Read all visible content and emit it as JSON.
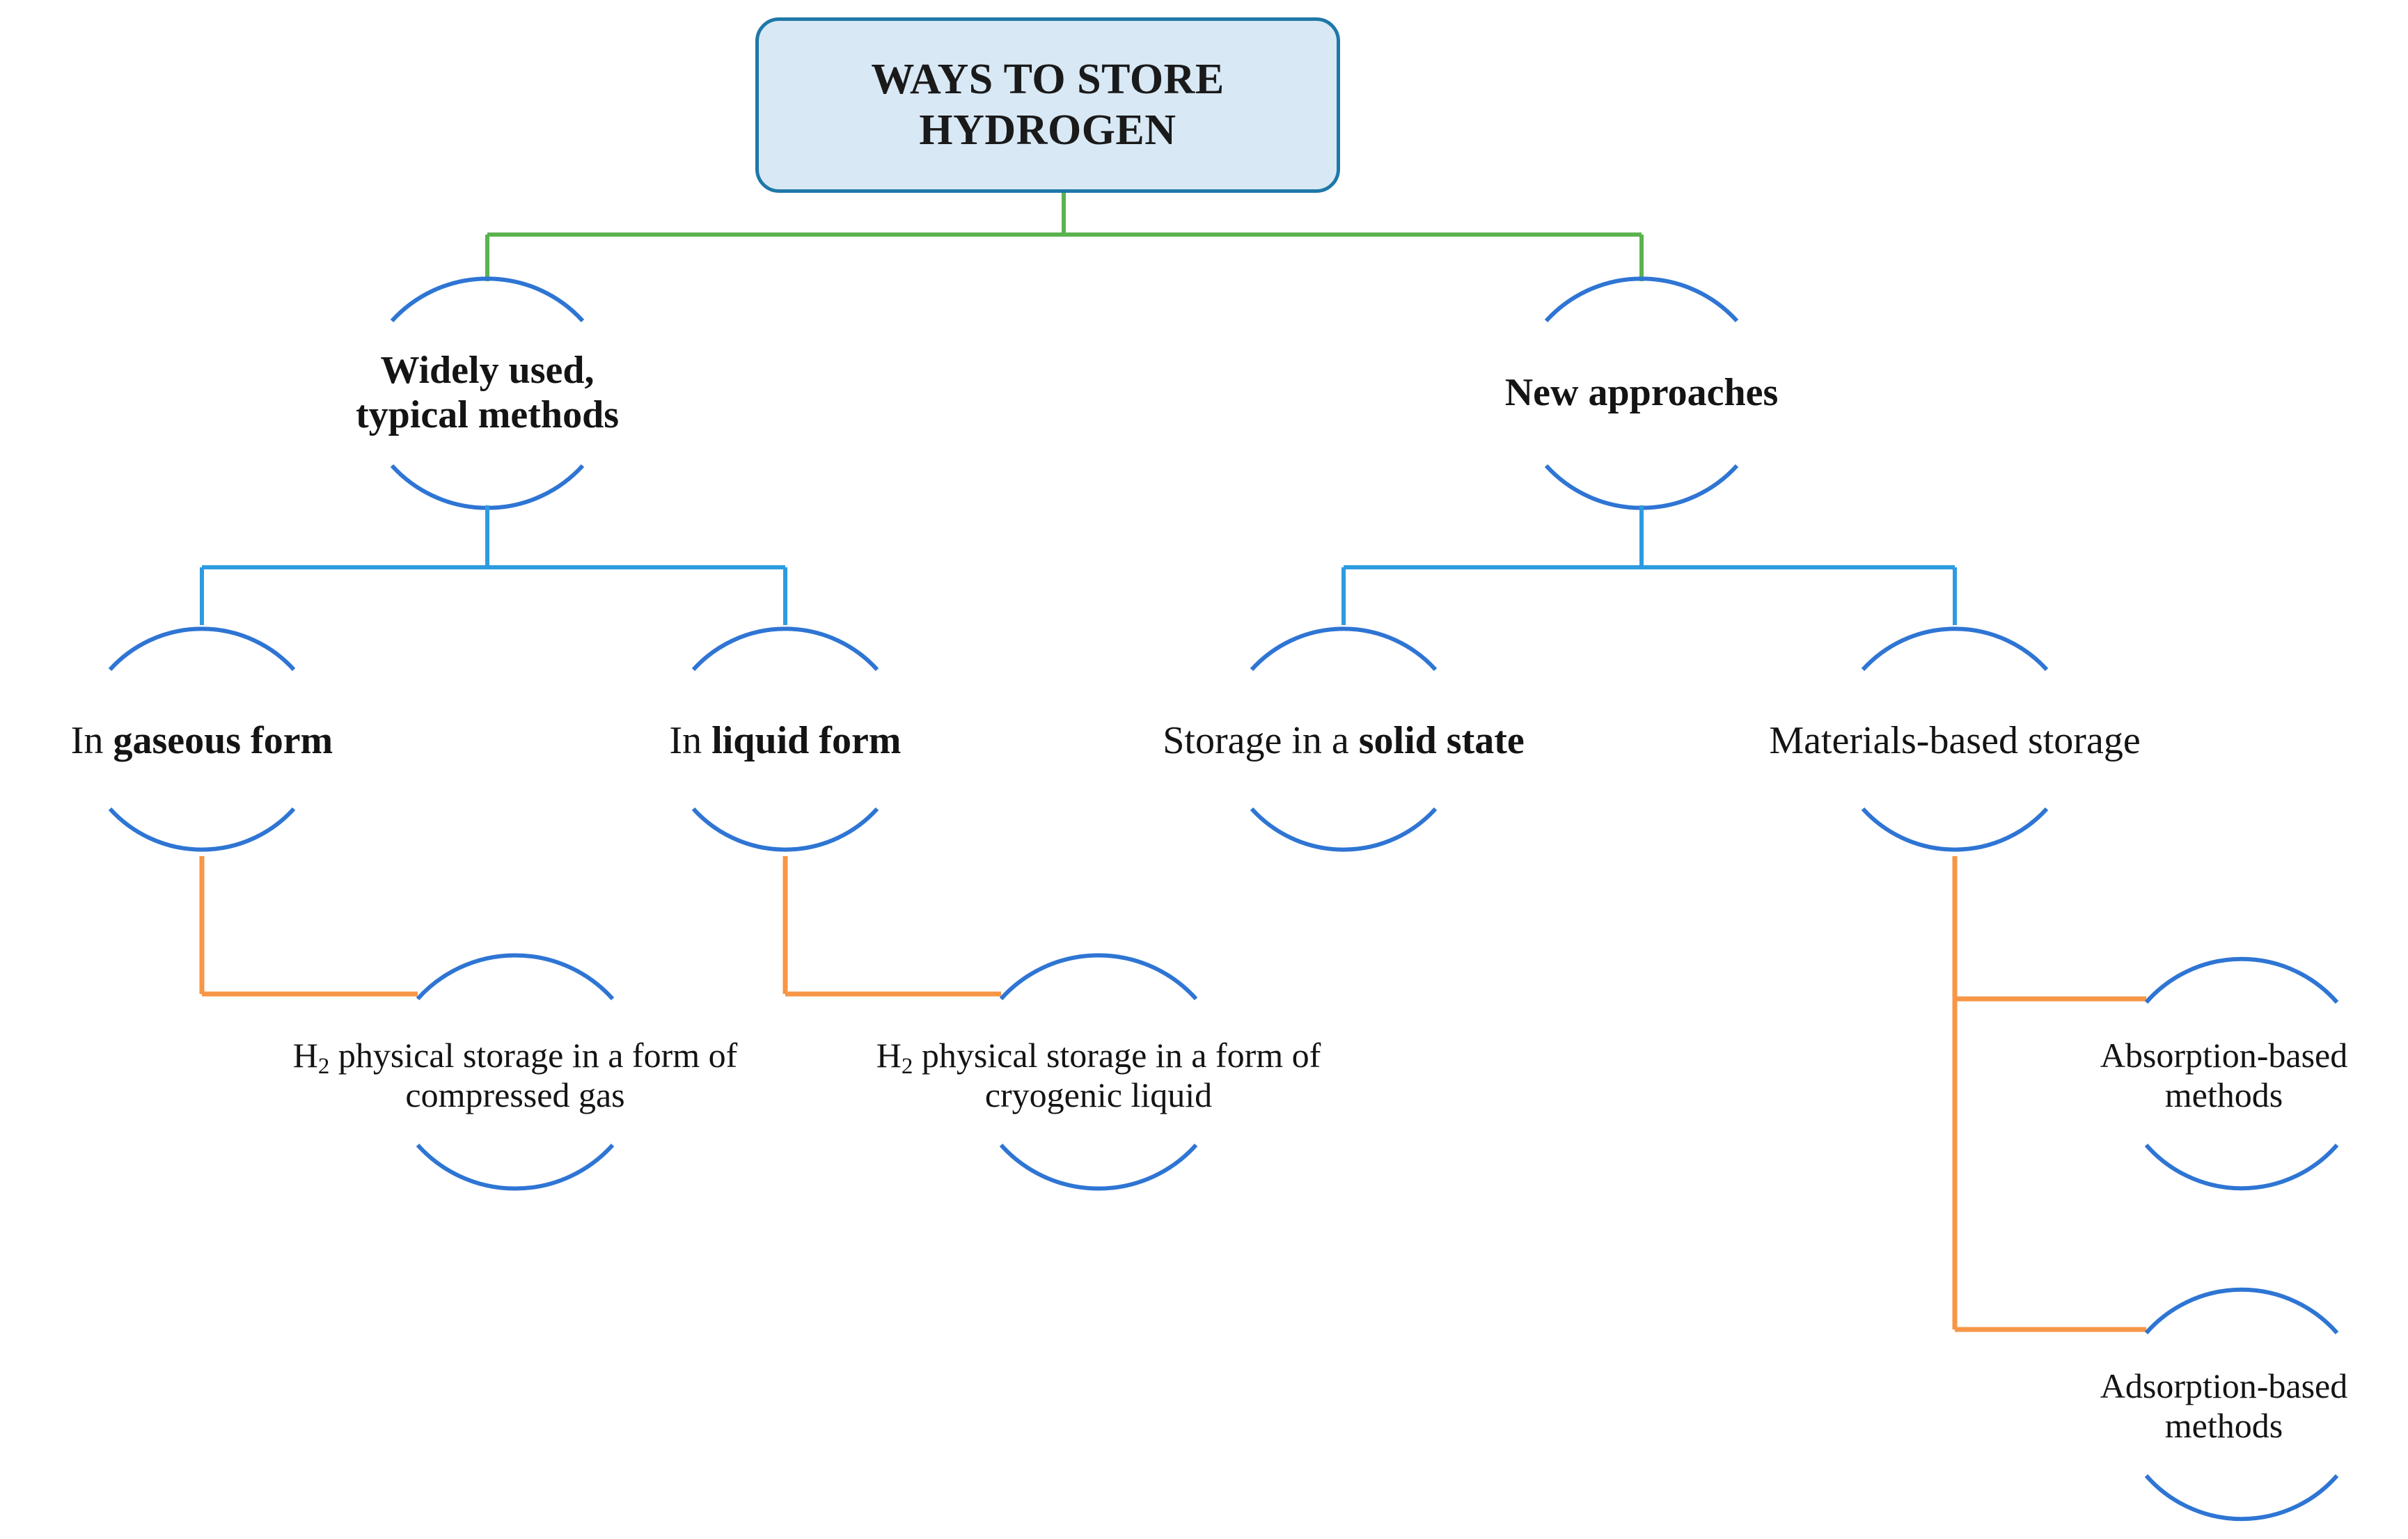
{
  "diagram": {
    "title": "WAYS TO STORE HYDROGEN",
    "root": {
      "label_line1": "WAYS TO STORE",
      "label_line2": "HYDROGEN"
    },
    "colors": {
      "root_fill": "#d8e8f5",
      "root_border": "#1f78a8",
      "node_arc": "#2e75d4",
      "connector_level1": "#5ab34e",
      "connector_level2": "#2e9be0",
      "connector_level3": "#f79646",
      "text": "#141414",
      "background": "#ffffff"
    },
    "level2": [
      {
        "id": "widely-used-typical-methods",
        "text": "Widely used,\ntypical methods",
        "bold": "all"
      },
      {
        "id": "new-approaches",
        "text": "New approaches",
        "bold": "all"
      }
    ],
    "level3": [
      {
        "id": "in-gaseous-form",
        "prefix": "In ",
        "emphasis": "gaseous form",
        "suffix": ""
      },
      {
        "id": "in-liquid-form",
        "prefix": "In ",
        "emphasis": "liquid form",
        "suffix": ""
      },
      {
        "id": "storage-in-a-solid-state",
        "prefix": "Storage in a ",
        "emphasis": "solid state",
        "suffix": ""
      },
      {
        "id": "materials-based-storage",
        "prefix": "Materials-based storage",
        "emphasis": "",
        "suffix": ""
      }
    ],
    "level4": [
      {
        "id": "h2-compressed-gas",
        "text_before_sub": "H",
        "sub": "2",
        "text_after_sub": " physical storage in a form of compressed  gas"
      },
      {
        "id": "h2-cryogenic-liquid",
        "text_before_sub": "H",
        "sub": "2",
        "text_after_sub": " physical storage in a form of cryogenic liquid"
      },
      {
        "id": "absorption-based-methods",
        "text_before_sub": "",
        "sub": "",
        "text_after_sub": "Absorption-based methods"
      },
      {
        "id": "adsorption-based-methods",
        "text_before_sub": "",
        "sub": "",
        "text_after_sub": "Adsorption-based methods"
      }
    ]
  }
}
